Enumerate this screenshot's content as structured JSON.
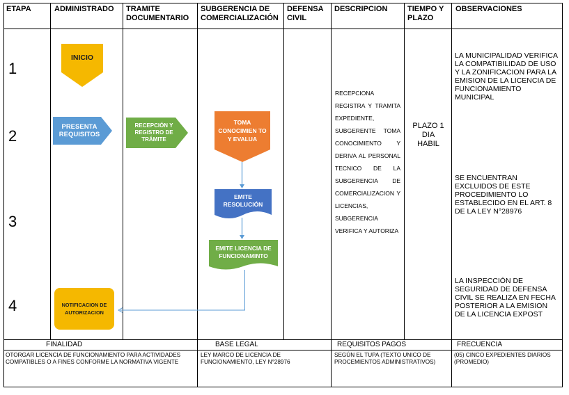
{
  "headers": {
    "etapa": "ETAPA",
    "administrado": "ADMINISTRADO",
    "tramite": "TRAMITE DOCUMENTARIO",
    "subgerencia": "SUBGERENCIA DE COMERCIALIZACIÓN",
    "defensa": "DEFENSA CIVIL",
    "descripcion": "DESCRIPCION",
    "tiempo": "TIEMPO Y PLAZO",
    "observaciones": "OBSERVACIONES"
  },
  "etapas": [
    "1",
    "2",
    "3",
    "4"
  ],
  "flow": {
    "inicio": "INICIO",
    "presenta": "PRESENTA REQUISITOS",
    "recepcion": "RECEPCIÓN Y REGISTRO DE TRÁMITE",
    "toma": "TOMA CONOCIMIEN TO Y EVALUA",
    "emite_resolucion": "EMITE RESOLUCIÓN",
    "emite_licencia": "EMITE LICENCIA DE FUNCIONAMINTO",
    "notificacion": "NOTIFICACION DE AUTORIZACION"
  },
  "descripcion": "RECEPCIONA REGISTRA Y TRAMITA EXPEDIENTE, SUBGERENTE TOMA CONOCIMIENTO Y DERIVA AL PERSONAL TECNICO DE LA SUBGERENCIA DE COMERCIALIZACION Y LICENCIAS, SUBGERENCIA VERIFICA Y AUTORIZA",
  "plazo": "PLAZO 1 DIA HABIL",
  "observaciones": [
    "LA MUNICIPALIDAD VERIFICA LA COMPATIBILIDAD DE USO Y LA ZONIFICACION PARA LA EMISION DE LA LICENCIA DE FUNCIONAMIENTO MUNICIPAL",
    "SE ENCUENTRAN EXCLUIDOS DE ESTE PROCEDIMIENTO LO ESTABLECIDO EN EL ART. 8 DE LA LEY N°28976",
    "LA INSPECCIÓN DE SEGURIDAD DE DEFENSA CIVIL SE REALIZA EN FECHA POSTERIOR A LA EMISION DE LA LICENCIA EXPOST"
  ],
  "footer": {
    "finalidad_label": "FINALIDAD",
    "finalidad_text": "OTORGAR LICENCIA DE FUNCIONAMIENTO PARA ACTIVIDADES COMPATIBLES O A FINES CONFORME LA NORMATIVA VIGENTE",
    "base_legal_label": "BASE LEGAL",
    "base_legal_text": "LEY MARCO DE LICENCIA DE FUNCIONAMIENTO, LEY N°28976",
    "requisitos_label": "REQUISITOS PAGOS",
    "requisitos_text": "SEGÚN EL TUPA (TEXTO UNICO DE PROCEMIENTOS ADMINISTRATIVOS)",
    "frecuencia_label": "FRECUENCIA",
    "frecuencia_text": "(05) CINCO EXPEDIENTES DIARIOS (PROMEDIO)"
  },
  "colors": {
    "inicio": "#f5b800",
    "presenta": "#5b9bd5",
    "recepcion": "#70ad47",
    "toma": "#ed7d31",
    "emite_resolucion": "#4472c4",
    "emite_licencia": "#70ad47",
    "notificacion": "#f5b800",
    "connector": "#5b9bd5"
  }
}
